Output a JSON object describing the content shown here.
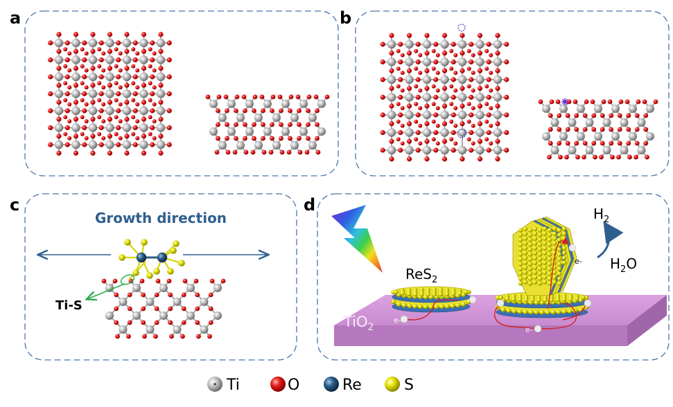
{
  "panels": {
    "a": {
      "label": "a"
    },
    "b": {
      "label": "b"
    },
    "c": {
      "label": "c",
      "title": "Growth direction",
      "bond_label": "Ti-S"
    },
    "d": {
      "label": "d",
      "res2_base": "ReS",
      "res2_sub": "2",
      "tio2_base": "TiO",
      "tio2_sub": "2",
      "h2_base": "H",
      "h2_sub": "2",
      "h2o_base": "H",
      "h2o_sub": "2",
      "h2o_tail": "O",
      "electron": "e-"
    }
  },
  "legend": [
    {
      "text": "Ti",
      "color": "#9c9c9c",
      "icon": "gray-sphere-with-dot"
    },
    {
      "text": "O",
      "color": "#e31a1a",
      "icon": "red-sphere"
    },
    {
      "text": "Re",
      "color": "#2b5d86",
      "icon": "blue-sphere"
    },
    {
      "text": "S",
      "color": "#e3e000",
      "icon": "yellow-sphere"
    }
  ],
  "colors": {
    "frame": "#4a74a8",
    "titanium": "#9c9c9c",
    "oxygen": "#e31a1a",
    "rhenium": "#2b5d86",
    "sulfur": "#e3e000",
    "substrate": "#c98ad1",
    "title_text": "#2f5f8e",
    "bond_green": "#2fae4e"
  }
}
